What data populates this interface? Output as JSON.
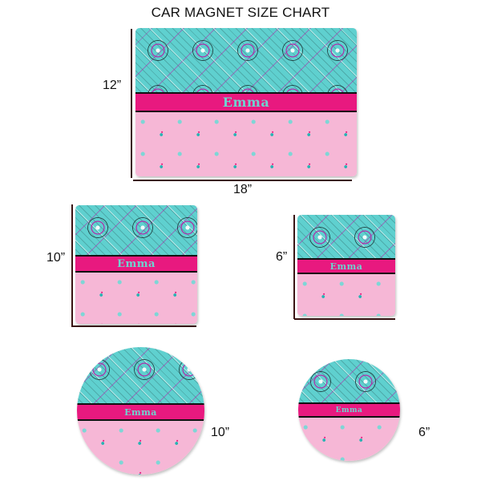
{
  "title": "CAR MAGNET SIZE CHART",
  "personalized_name": "Emma",
  "colors": {
    "bandana_teal": "#5fd0cf",
    "name_band_pink": "#e8197f",
    "name_text_teal": "#6ed3cf",
    "lower_pink": "#f6b7d6",
    "measure_bar": "#3a1414"
  },
  "magnets": [
    {
      "shape": "rectangle",
      "width_label": "18”",
      "height_label": "12”"
    },
    {
      "shape": "square",
      "height_label": "10”"
    },
    {
      "shape": "square",
      "height_label": "6”"
    },
    {
      "shape": "circle",
      "size_label": "10”"
    },
    {
      "shape": "circle",
      "size_label": "6”"
    }
  ]
}
